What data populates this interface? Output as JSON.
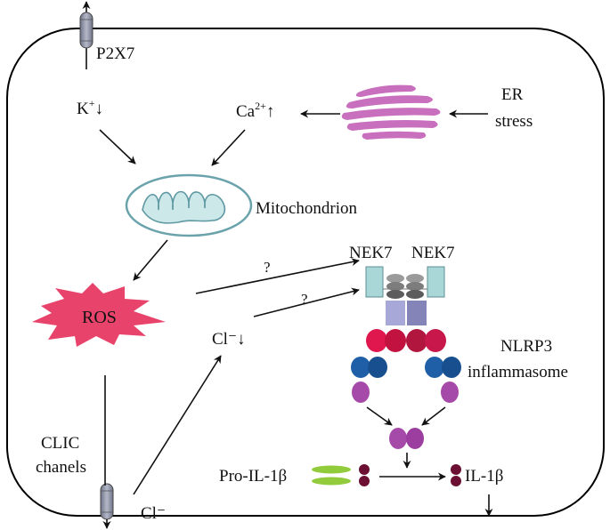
{
  "labels": {
    "p2x7": "P2X7",
    "k_ion": "K",
    "k_sup": "+",
    "k_arrow": "↓",
    "ca_ion": "Ca",
    "ca_sup": "2+",
    "ca_arrow": "↑",
    "er_line1": "ER",
    "er_line2": "stress",
    "mitochondrion": "Mitochondrion",
    "ros": "ROS",
    "nek7_left": "NEK7",
    "nek7_right": "NEK7",
    "question_1": "?",
    "question_2": "?",
    "cl_down": "Cl⁻↓",
    "nlrp3_line1": "NLRP3",
    "nlrp3_line2": "inflammasome",
    "clic_line1": "CLIC",
    "clic_line2": "chanels",
    "cl_out": "Cl⁻",
    "pro_il": "Pro-IL-1β",
    "il": "IL-1β"
  },
  "colors": {
    "membrane": "#000000",
    "channel_fill": "#8a8fa6",
    "er": "#c86fbe",
    "mito_fill": "#d6ecec",
    "mito_stroke": "#6ba3ad",
    "ros": "#e8446b",
    "nek7_box": "#a9d6d6",
    "lrr_grey": "#8a8a8a",
    "nacht_purple": "#9c9ccf",
    "pyd_red": "#e0174e",
    "pyd_dark_red": "#b0163e",
    "asc_blue": "#1e5fa8",
    "casp_magenta": "#a54aa8",
    "pro_green": "#92cc3c",
    "il_dark": "#6b1033"
  }
}
